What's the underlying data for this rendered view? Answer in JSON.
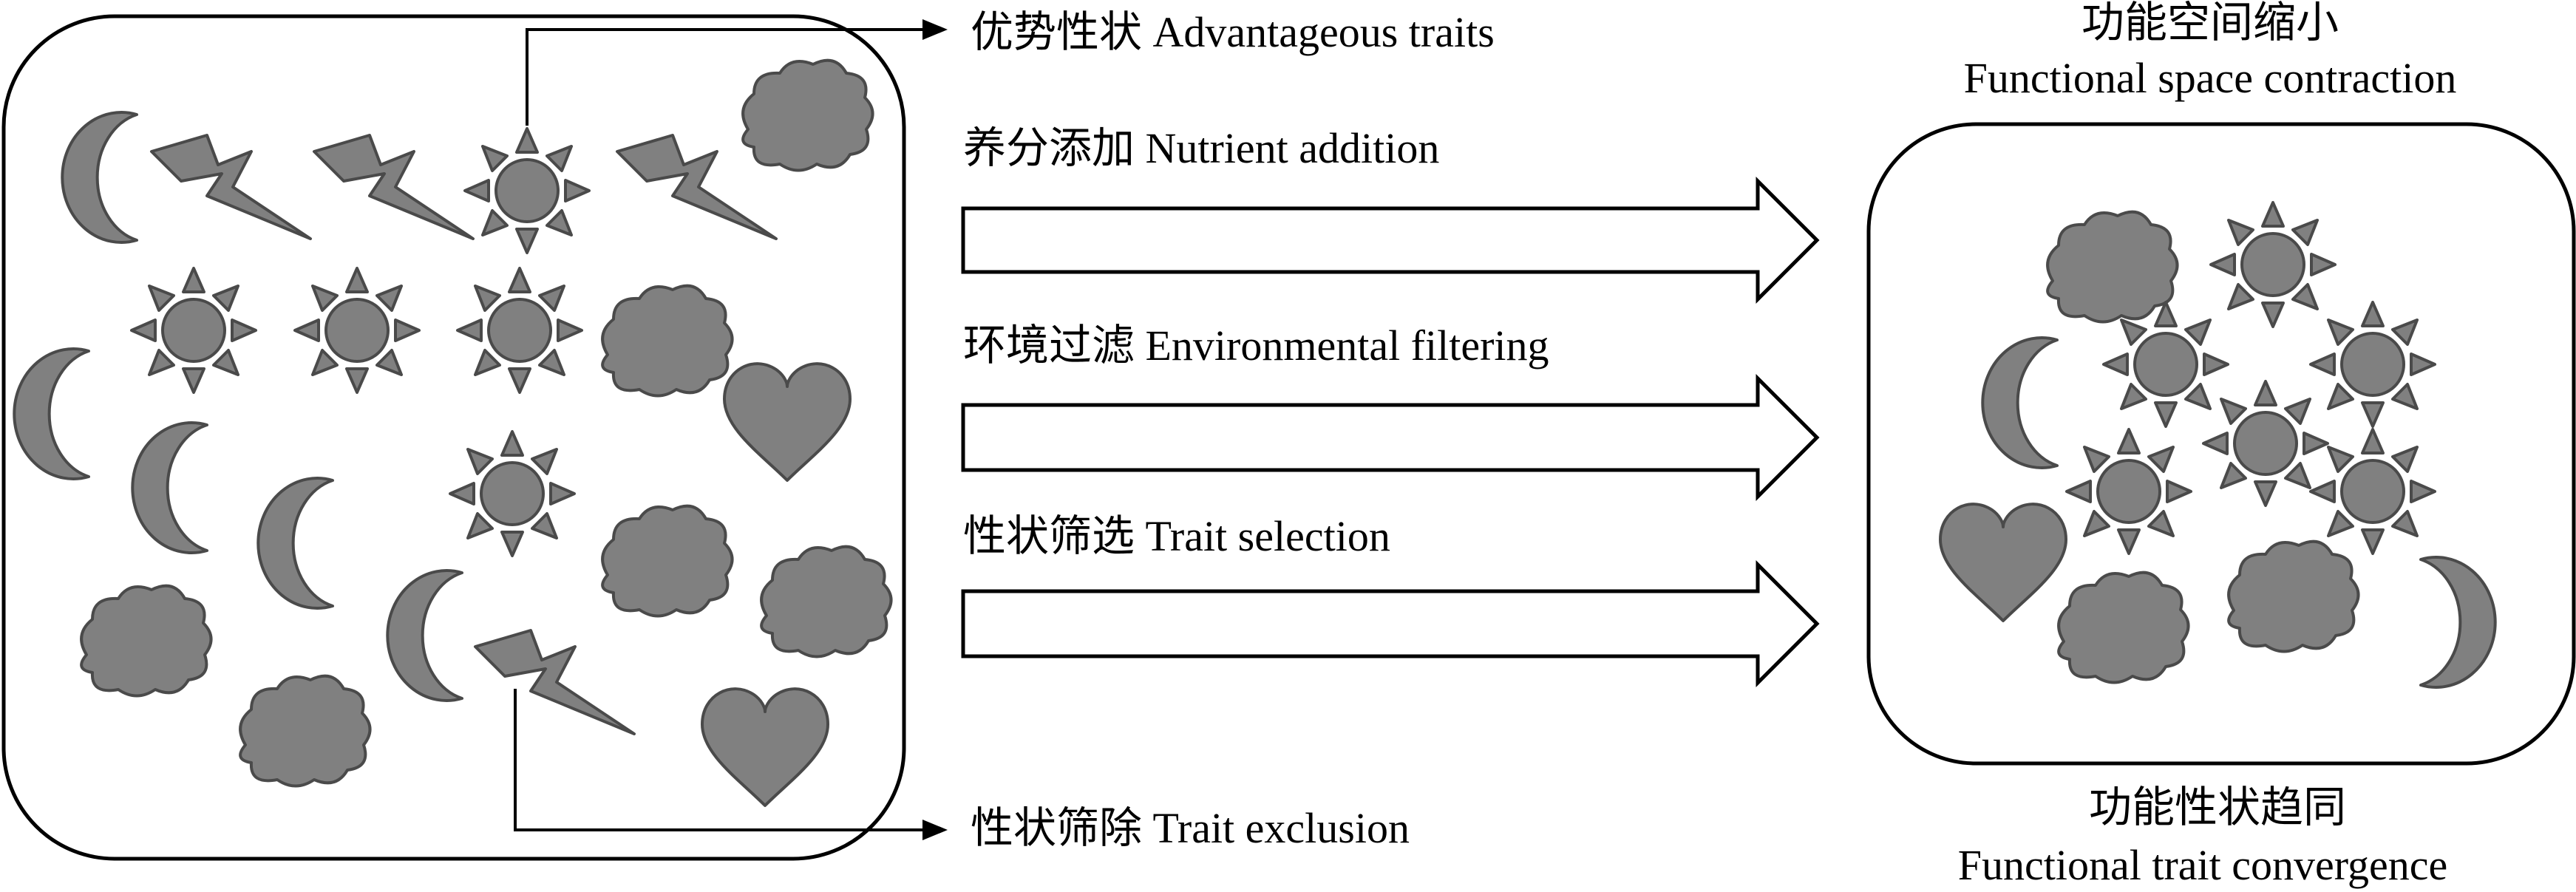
{
  "labels": {
    "advantageous": "优势性状 Advantageous traits",
    "nutrient": "养分添加 Nutrient addition",
    "environmental": "环境过滤 Environmental filtering",
    "selection": "性状筛选 Trait selection",
    "exclusion": "性状筛除 Trait exclusion",
    "space_cn": "功能空间缩小",
    "space_en": "Functional space contraction",
    "convergence_cn": "功能性状趋同",
    "convergence_en": "Functional trait convergence"
  },
  "colors": {
    "shape_fill": "#808080",
    "shape_stroke": "#4a4a4a",
    "outline": "#000000",
    "background": "#ffffff"
  },
  "icons": [
    "moon-icon",
    "lightning-icon",
    "sun-icon",
    "cloud-icon",
    "heart-icon"
  ]
}
